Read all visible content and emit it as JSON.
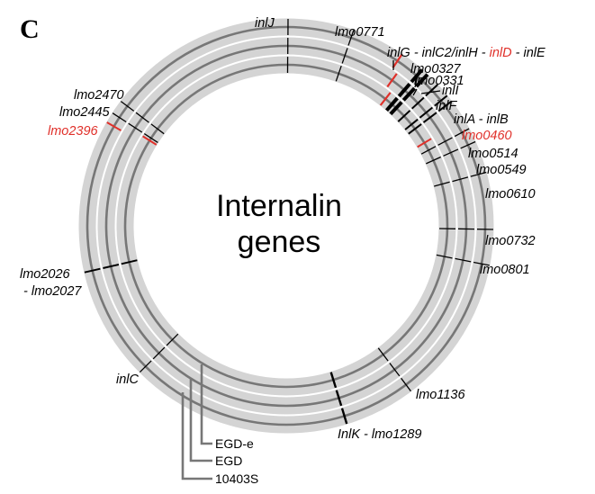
{
  "panel_letter": "C",
  "center_title": [
    "Internalin",
    "genes"
  ],
  "colors": {
    "highlight": "#e0302a",
    "default": "#000000",
    "ring": "#777777",
    "band": "#d4d4d4"
  },
  "strains": [
    {
      "name": "EGD-e"
    },
    {
      "name": "EGD"
    },
    {
      "name": "10403S"
    }
  ],
  "labels": {
    "inlJ": "inlJ",
    "lmo0771": "lmo0771",
    "inlG_pre": "inlG - inlC2/inlH - ",
    "inlD": "inlD",
    "inlG_post": " - inlE",
    "lmo0327": "lmo0327",
    "lmo0331": "lmo0331",
    "inlI": "inlI",
    "inlF": "inlF",
    "inlA_inlB": "inlA - inlB",
    "lmo0460": "lmo0460",
    "lmo0514": "lmo0514",
    "lmo0549": "lmo0549",
    "lmo0610": "lmo0610",
    "lmo0732": "lmo0732",
    "lmo0801": "lmo0801",
    "lmo1136": "lmo1136",
    "inlK_lmo1289": "InlK - lmo1289",
    "inlC": "inlC",
    "lmo2026_line1": "lmo2026",
    "lmo2026_line2": "- lmo2027",
    "lmo2396": "lmo2396",
    "lmo2445": "lmo2445",
    "lmo2470": "lmo2470"
  }
}
